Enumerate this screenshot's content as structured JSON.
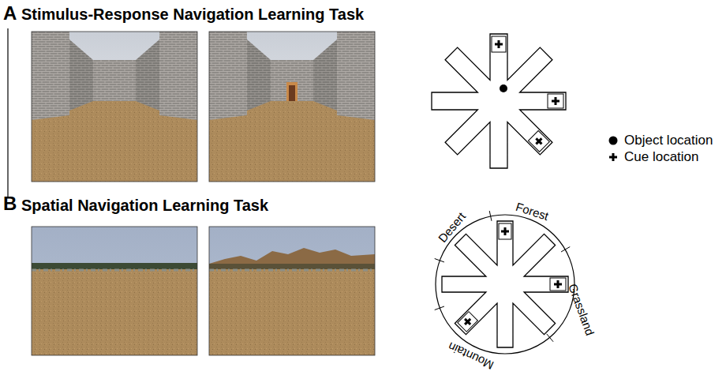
{
  "diagram": {
    "labels": [
      "A",
      "Stimulus-Response Navigation Learning Task",
      "B",
      "Spatial Navigation Learning Task",
      "Desert",
      "Forest",
      "Grassland",
      "Mountain"
    ],
    "legend": [
      {
        "text": "Object location"
      },
      {
        "text": "Cue location"
      }
    ]
  }
}
